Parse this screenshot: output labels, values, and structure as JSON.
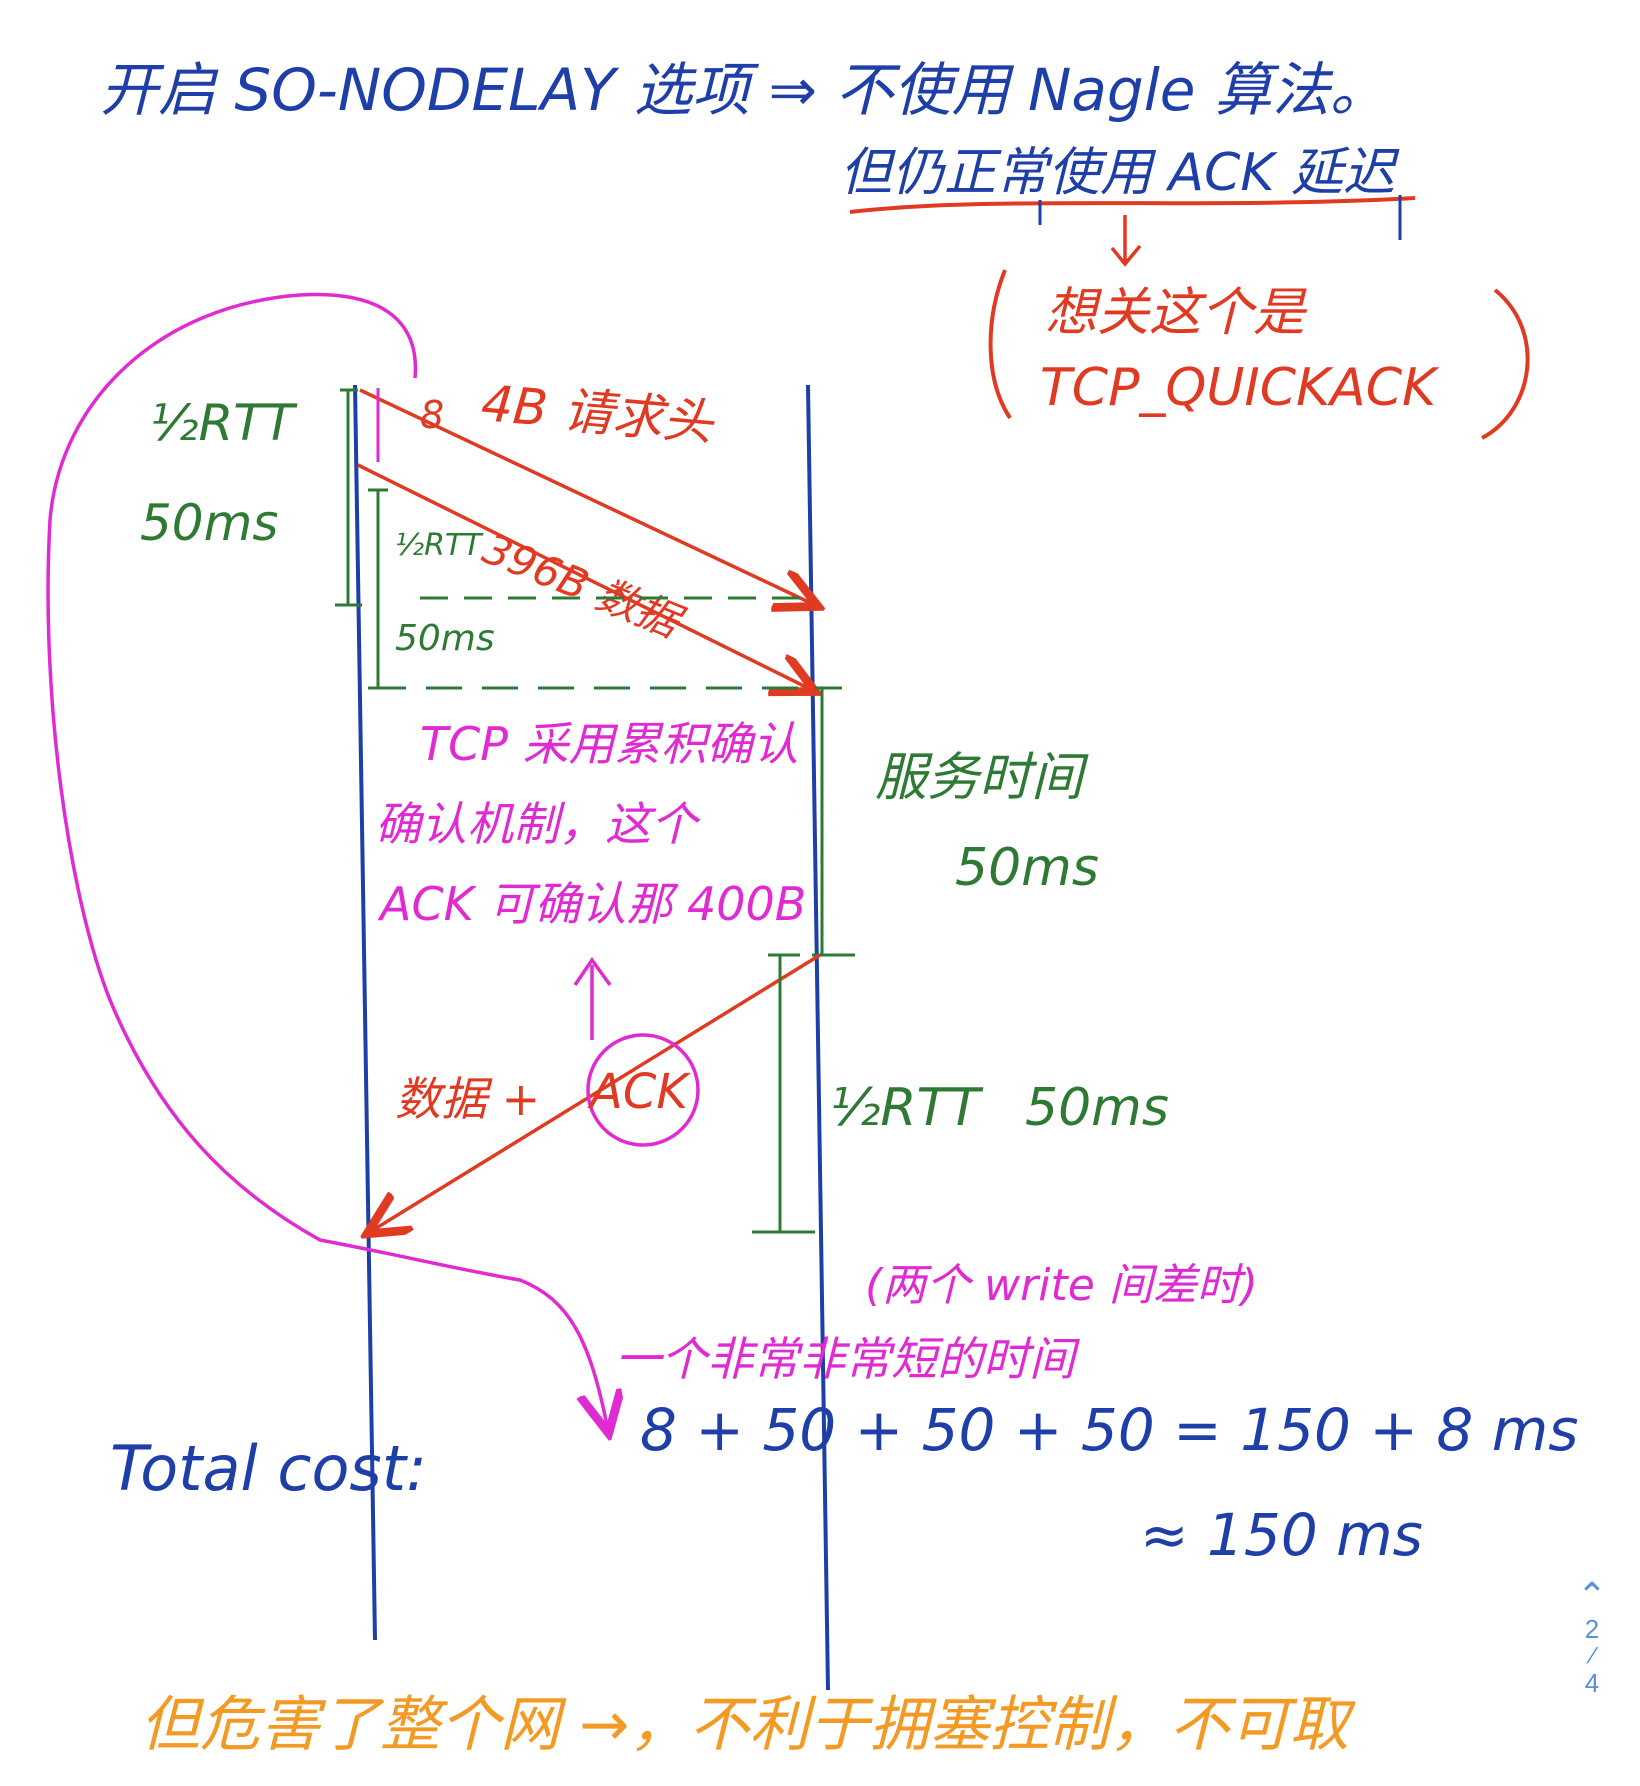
{
  "colors": {
    "blue": "#1f3fa8",
    "red": "#e03a22",
    "green": "#2e7a34",
    "magenta": "#e02ad2",
    "orange": "#f39a25",
    "pager": "#5b8fd6"
  },
  "header": {
    "title": "开启 SO-NODELAY 选项 ⇒ 不使用 Nagle 算法。",
    "subtitle": "但仍正常使用 ACK 延迟",
    "note_line1": "想关这个是",
    "note_line2": "TCP_QUICKACK"
  },
  "diagram": {
    "msg1_label": "4B 请求头",
    "msg1_time": "8",
    "msg2_label": "396B 数据",
    "half_rtt_left_1": "½RTT",
    "half_rtt_left_1_value": "50ms",
    "half_rtt_left_2": "½RTT",
    "half_rtt_left_2_value": "50ms",
    "service_time": "服务时间",
    "service_time_value": "50ms",
    "delayed_ack_note_line1": "TCP 采用累积确认",
    "delayed_ack_note_line2": "确认机制，这个",
    "delayed_ack_note_line3": "ACK 可确认那 400B",
    "reply_label": "数据 +",
    "reply_ack": "ACK",
    "half_rtt_right": "½RTT",
    "half_rtt_right_value": "50ms",
    "write_gap_note": "(两个 write 间差时)",
    "very_short_note": "一个非常非常短的时间"
  },
  "total": {
    "label": "Total cost:",
    "expression": "8 + 50 + 50 + 50 = 150 + 8 ms",
    "approx": "≈ 150 ms"
  },
  "footer": {
    "conclusion": "但危害了整个网 →，不利于拥塞控制，不可取"
  },
  "pager": {
    "up_icon": "chevron-up-icon",
    "current": "2",
    "total": "4"
  }
}
